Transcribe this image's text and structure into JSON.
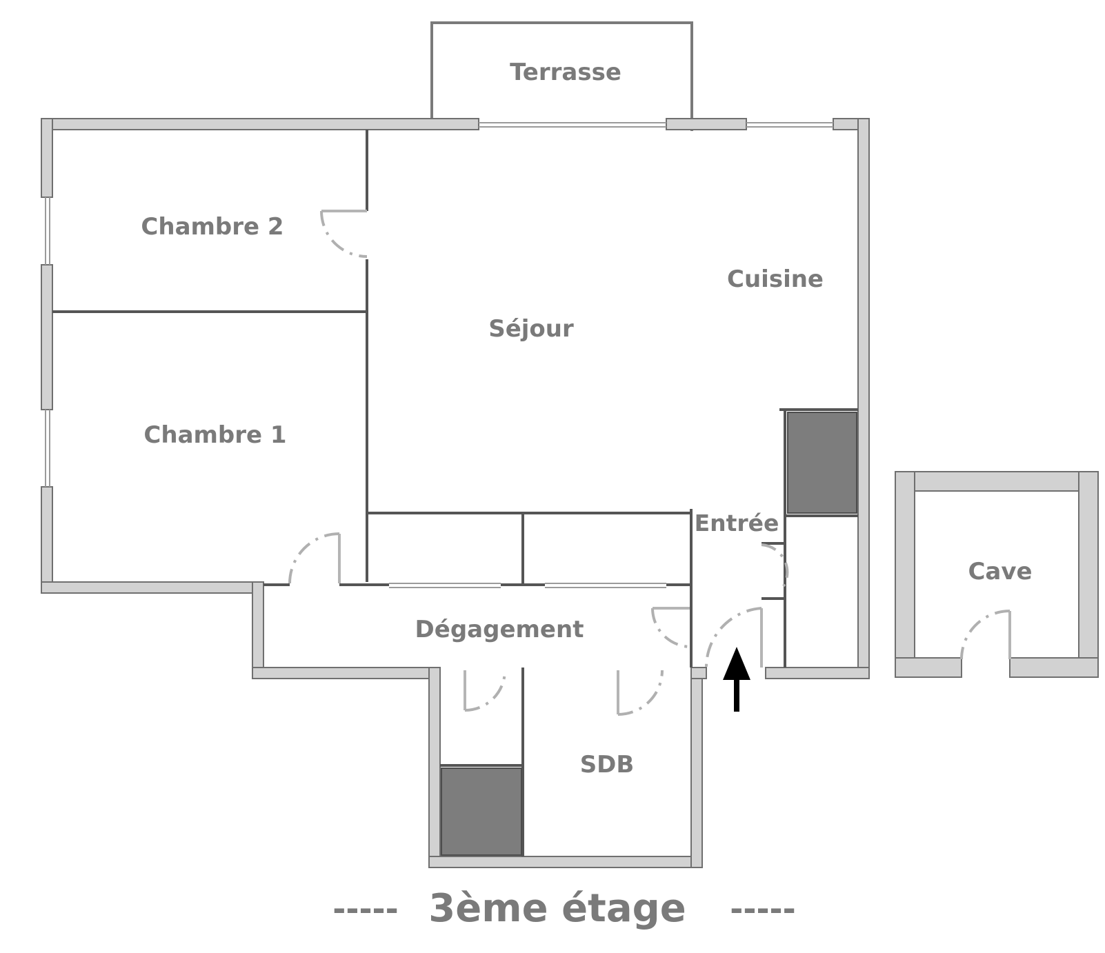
{
  "floor_label": "3ème étage",
  "floor_label_dashes": "-----",
  "rooms": {
    "terrasse": "Terrasse",
    "chambre2": "Chambre 2",
    "cuisine": "Cuisine",
    "sejour": "Séjour",
    "chambre1": "Chambre 1",
    "entree": "Entrée",
    "cave": "Cave",
    "degagement": "Dégagement",
    "sdb": "SDB"
  },
  "icons": {
    "entrance": "up-arrow-icon"
  },
  "colors": {
    "label": "#7a7a7a",
    "wall_fill": "#d2d2d2",
    "shaft_fill": "#7d7d7d",
    "arrow": "#000000"
  }
}
